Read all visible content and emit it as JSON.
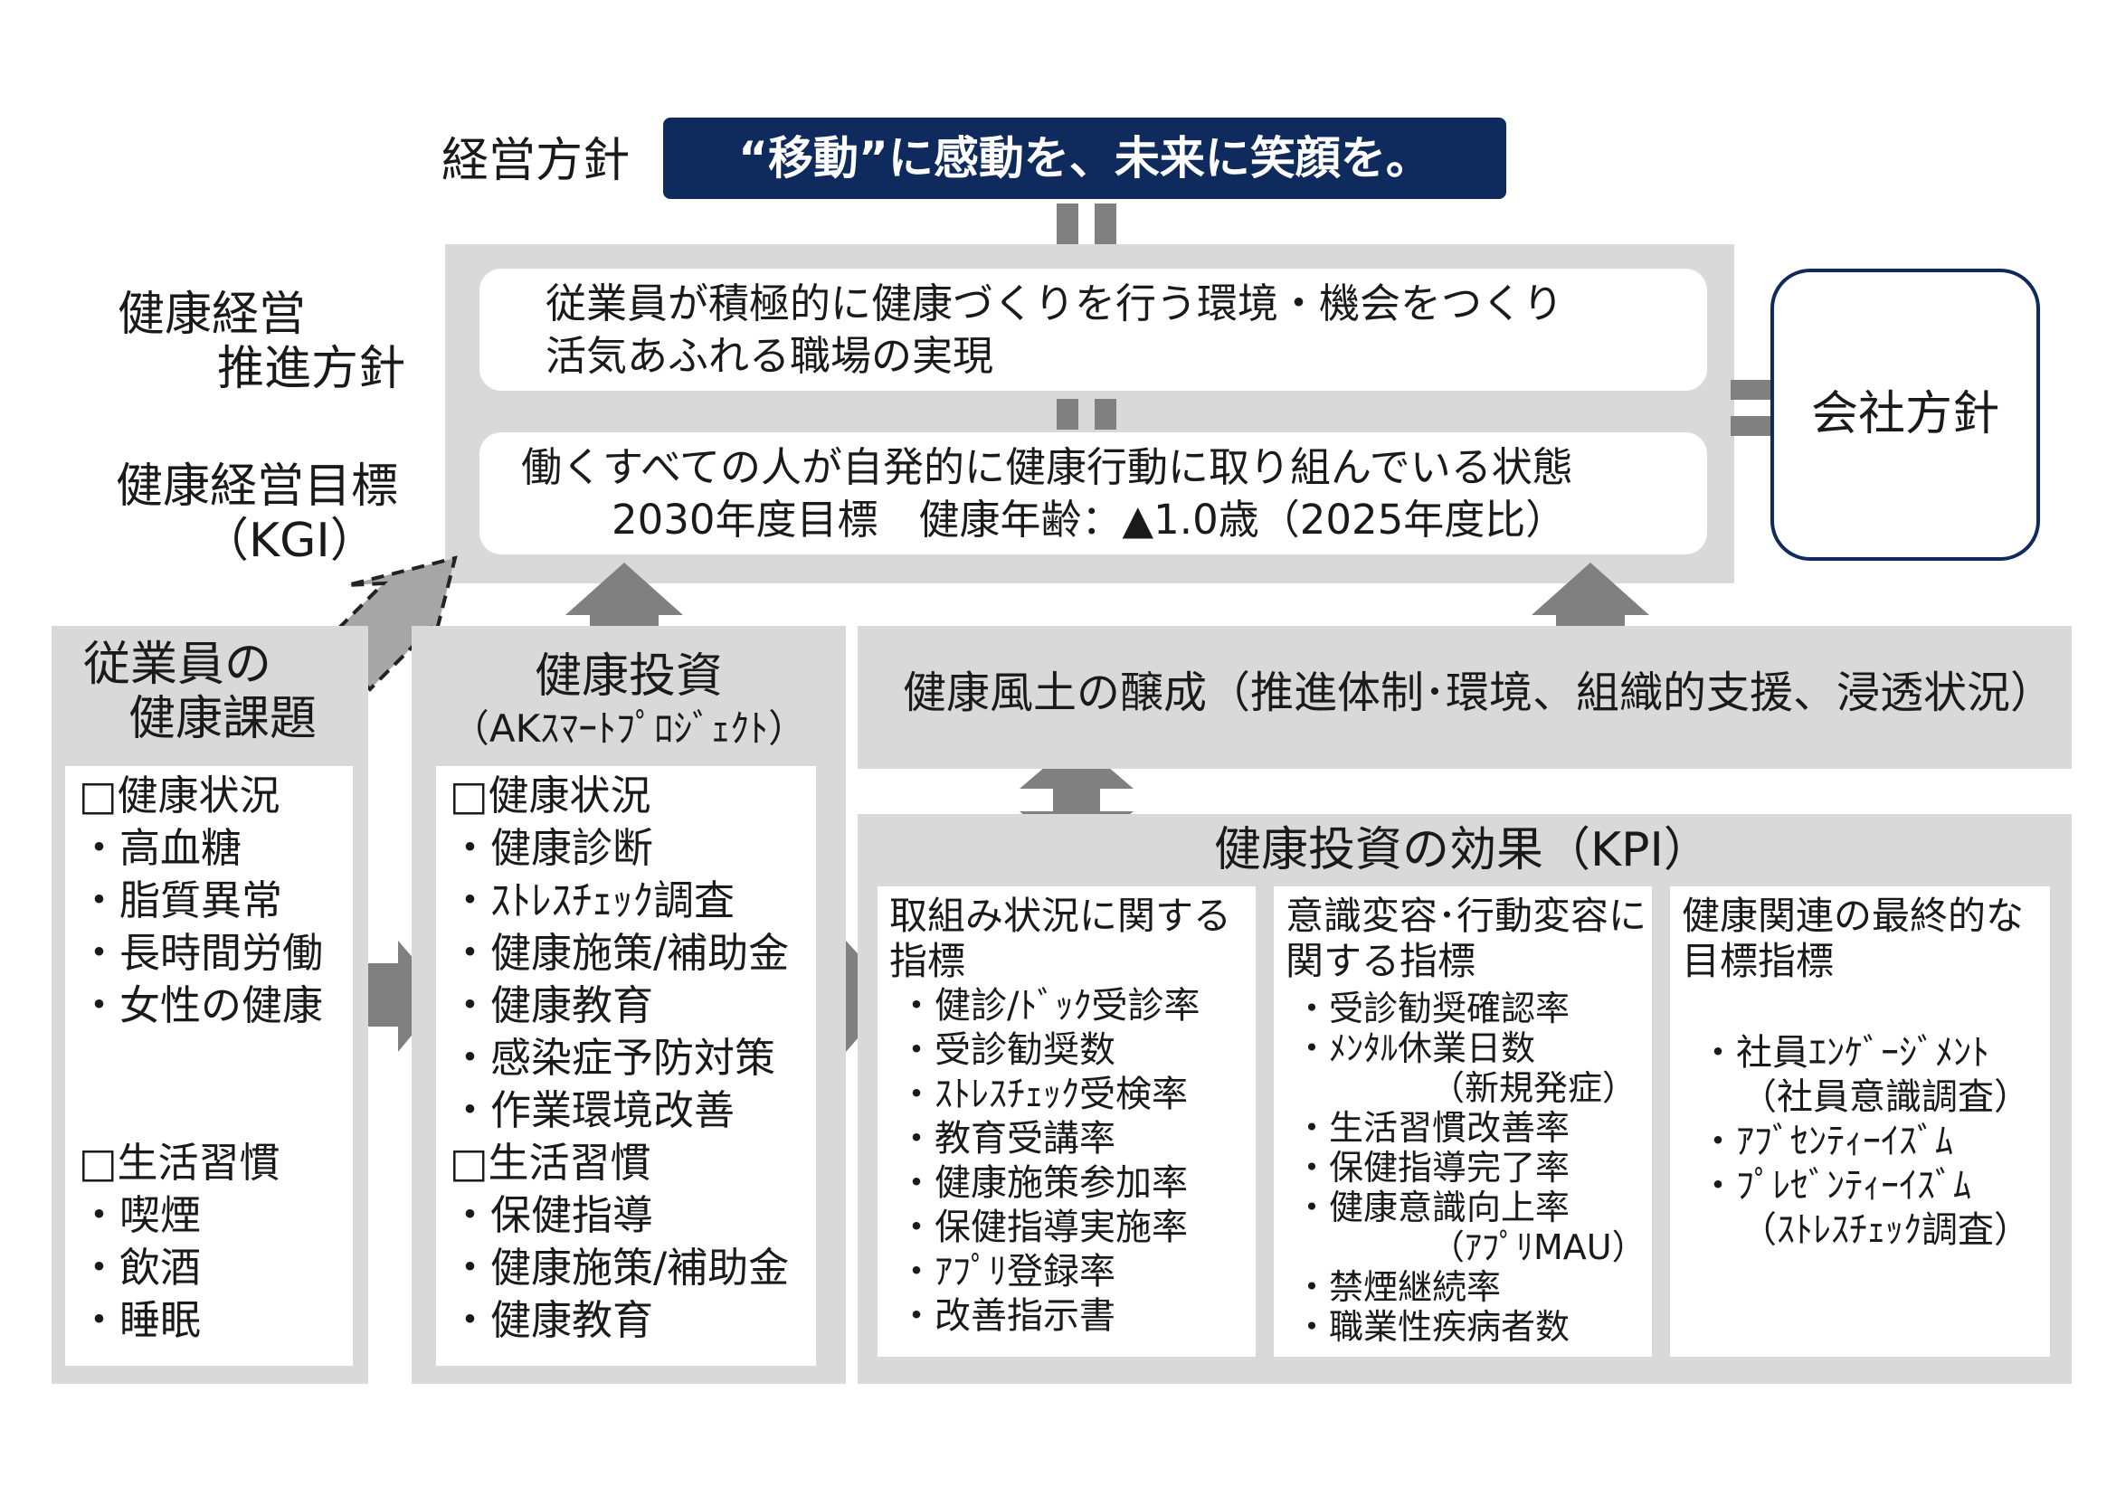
{
  "policy": {
    "label": "経営方針",
    "slogan": "“移動”に感動を、未来に笑顔を。",
    "slogan_bg": "#0f2a5c"
  },
  "promotion": {
    "label_line1": "健康経営",
    "label_line2": "推進方針",
    "text_line1": "従業員が積極的に健康づくりを行う環境・機会をつくり",
    "text_line2": "活気あふれる職場の実現"
  },
  "goal": {
    "label_line1": "健康経営目標",
    "label_line2": "（KGI）",
    "text_line1": "働くすべての人が自発的に健康行動に取り組んでいる状態",
    "text_line2": "2030年度目標　健康年齢：▲1.0歳（2025年度比）"
  },
  "company_policy": "会社方針",
  "issues": {
    "title_line1": "従業員の",
    "title_line2": "健康課題",
    "lines": [
      "□健康状況",
      "・高血糖",
      "・脂質異常",
      "・長時間労働",
      "・女性の健康",
      "",
      "",
      "□生活習慣",
      "・喫煙",
      "・飲酒",
      "・睡眠"
    ]
  },
  "investment": {
    "title_line1": "健康投資",
    "title_line2": "（AKｽﾏｰﾄﾌﾟﾛｼﾞｪｸﾄ）",
    "lines": [
      "□健康状況",
      "・健康診断",
      "・ｽﾄﾚｽﾁｪｯｸ調査",
      "・健康施策/補助金",
      "・健康教育",
      "・感染症予防対策",
      "・作業環境改善",
      "□生活習慣",
      "・保健指導",
      "・健康施策/補助金",
      "・健康教育"
    ]
  },
  "culture": "健康風土の醸成（推進体制･環境、組織的支援、浸透状況）",
  "kpi": {
    "title": "健康投資の効果（KPI）",
    "col1": {
      "title_line1": "取組み状況に関する",
      "title_line2": "指標",
      "items": [
        "・健診/ﾄﾞｯｸ受診率",
        "・受診勧奨数",
        "・ｽﾄﾚｽﾁｪｯｸ受検率",
        "・教育受講率",
        "・健康施策参加率",
        "・保健指導実施率",
        "・ｱﾌﾟﾘ登録率",
        "・改善指示書"
      ]
    },
    "col2": {
      "title_line1": "意識変容･行動変容に",
      "title_line2": "関する指標",
      "items": [
        "・受診勧奨確認率",
        "・ﾒﾝﾀﾙ休業日数",
        "（新規発症）",
        "・生活習慣改善率",
        "・保健指導完了率",
        "・健康意識向上率",
        "（ｱﾌﾟﾘMAU）",
        "・禁煙継続率",
        "・職業性疾病者数"
      ]
    },
    "col3": {
      "title_line1": "健康関連の最終的な",
      "title_line2": "目標指標",
      "items": [
        "・社員ｴﾝｹﾞｰｼﾞﾒﾝﾄ",
        "（社員意識調査）",
        "・ｱﾌﾞｾﾝﾃｨｰｲｽﾞﾑ",
        "・ﾌﾟﾚｾﾞﾝﾃｨｰｲｽﾞﾑ",
        "（ｽﾄﾚｽﾁｪｯｸ調査）"
      ]
    }
  }
}
